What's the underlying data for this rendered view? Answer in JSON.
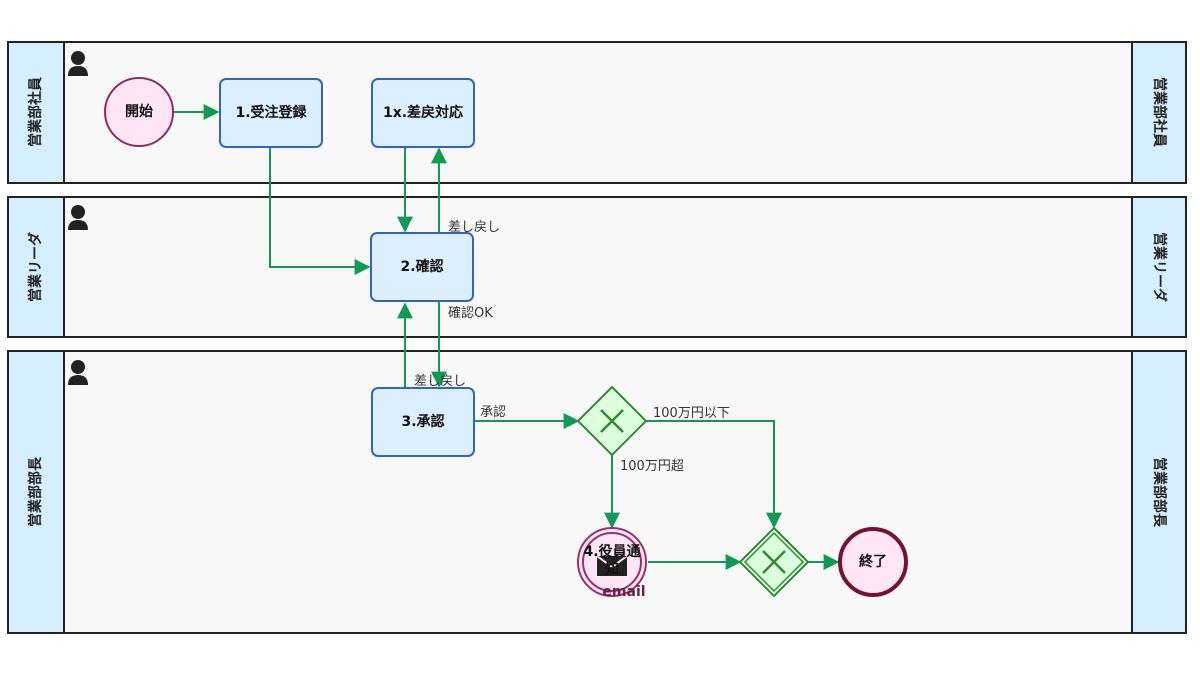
{
  "lanes": [
    {
      "name": "営業部社員"
    },
    {
      "name": "営業リーダ"
    },
    {
      "name": "営業部部長"
    }
  ],
  "events": {
    "start": "開始",
    "end": "終了"
  },
  "tasks": {
    "order_entry": "1.受注登録",
    "return_handling": "1x.差戻対応",
    "confirm": "2.確認",
    "approve": "3.承認",
    "exec_notify_line1": "4.役員通",
    "exec_notify_line2": "知",
    "exec_notify_type": "email"
  },
  "flow_labels": {
    "return_1": "差し戻し",
    "confirm_ok": "確認OK",
    "return_2": "差し戻し",
    "approved": "承認",
    "under_1m": "100万円以下",
    "over_1m": "100万円超"
  },
  "colors": {
    "flow": "#119955",
    "task_fill": "#dcefff",
    "task_stroke": "#3366bb",
    "lane_header": "#d6efff",
    "gateway_fill": "#dcffdc",
    "event_fill": "#ffe6f5"
  },
  "icons": [
    "person-icon",
    "gateway-x-icon",
    "email-icon"
  ]
}
